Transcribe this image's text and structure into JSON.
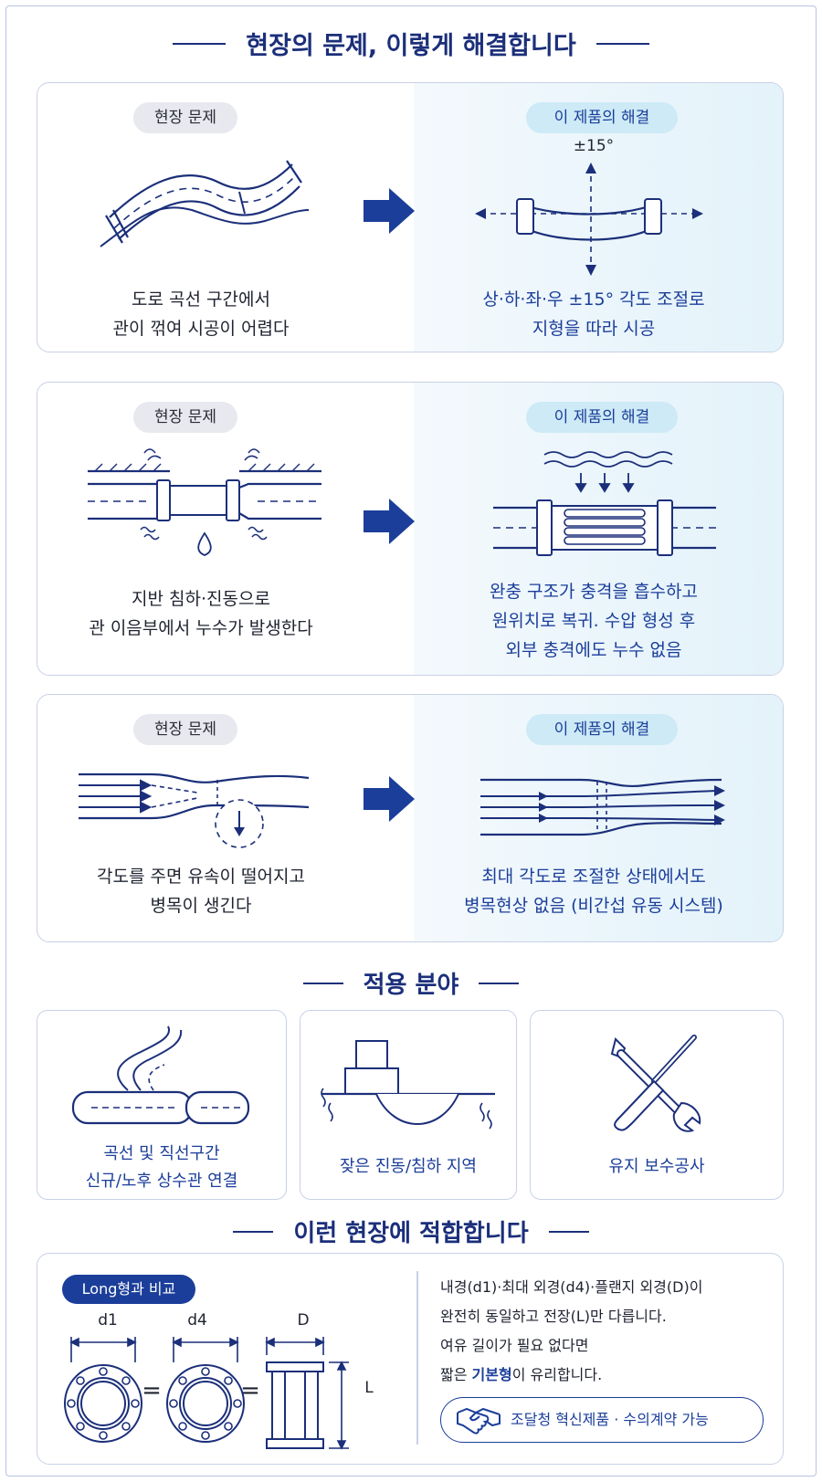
{
  "titles": {
    "problems": "현장의 문제, 이렇게 해결합니다",
    "applications": "적용 분야",
    "fit": "이런 현장에 적합합니다"
  },
  "badges": {
    "problem": "현장 문제",
    "solution": "이 제품의 해결"
  },
  "cards": [
    {
      "problem_lines": [
        "도로 곡선 구간에서",
        "관이 꺾여 시공이 어렵다"
      ],
      "solution_lines": [
        "상·하·좌·우 ±15° 각도 조절로",
        "지형을 따라 시공"
      ],
      "angle_label": "±15°"
    },
    {
      "problem_lines": [
        "지반 침하·진동으로",
        "관 이음부에서 누수가 발생한다"
      ],
      "solution_lines": [
        "완충 구조가 충격을 흡수하고",
        "원위치로 복귀. 수압 형성 후",
        "외부 충격에도 누수 없음"
      ]
    },
    {
      "problem_lines": [
        "각도를 주면 유속이 떨어지고",
        "병목이 생긴다"
      ],
      "solution_lines": [
        "최대 각도로 조절한 상태에서도",
        "병목현상 없음 (비간섭 유동 시스템)"
      ]
    }
  ],
  "applications": [
    {
      "lines": [
        "곡선 및 직선구간",
        "신규/노후 상수관 연결"
      ],
      "icon": "pipe-joint-icon"
    },
    {
      "lines": [
        "잦은 진동/침하 지역"
      ],
      "icon": "ground-subsidence-icon"
    },
    {
      "lines": [
        "유지 보수공사"
      ],
      "icon": "wrench-screwdriver-icon"
    }
  ],
  "comparison": {
    "badge": "Long형과 비교",
    "labels": {
      "d1": "d1",
      "d4": "d4",
      "D": "D",
      "L": "L",
      "eq": "="
    },
    "description": {
      "line1": "내경(d1)·최대 외경(d4)·플랜지 외경(D)이",
      "line2": "완전히 동일하고 전장(L)만 다릅니다.",
      "line3": "여유 길이가 필요 없다면",
      "line4_pre": "짧은 ",
      "line4_hl": "기본형",
      "line4_post": "이 유리합니다."
    },
    "contract": "조달청 혁신제품 · 수의계약 가능"
  },
  "colors": {
    "navy": "#1b2f7a",
    "blue": "#1b3e9a",
    "light_blue": "#cdeaf6",
    "border": "#c7d1e6"
  }
}
